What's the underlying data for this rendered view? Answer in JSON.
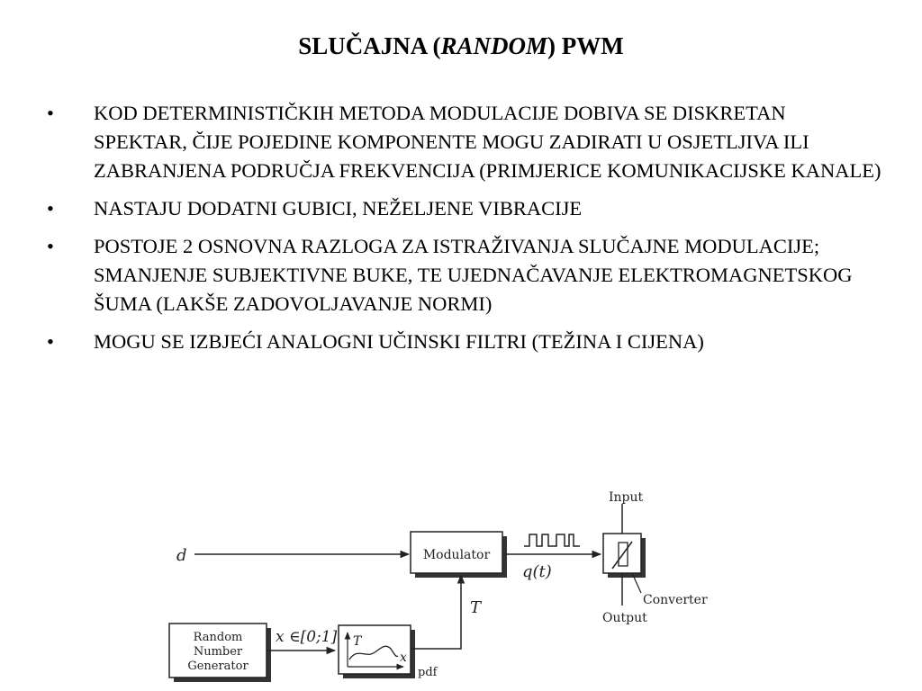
{
  "slide": {
    "title_prefix": "SLUČAJNA (",
    "title_italic": "RANDOM",
    "title_suffix": ") PWM"
  },
  "bullets": [
    {
      "symbol": "•",
      "text": "KOD DETERMINISTIČKIH METODA MODULACIJE DOBIVA SE DISKRETAN SPEKTAR, ČIJE POJEDINE KOMPONENTE MOGU ZADIRATI U OSJETLJIVA ILI ZABRANJENA PODRUČJA FREKVENCIJA (PRIMJERICE KOMUNIKACIJSKE KANALE)"
    },
    {
      "symbol": "•",
      "text": "NASTAJU DODATNI GUBICI, NEŽELJENE VIBRACIJE"
    },
    {
      "symbol": "•",
      "text": "POSTOJE 2 OSNOVNA RAZLOGA ZA ISTRAŽIVANJA SLUČAJNE MODULACIJE; SMANJENJE SUBJEKTIVNE BUKE, TE UJEDNAČAVANJE ELEKTROMAGNETSKOG ŠUMA (LAKŠE ZADOVOLJAVANJE NORMI)"
    },
    {
      "symbol": "•",
      "text": "MOGU SE IZBJEĆI ANALOGNI UČINSKI FILTRI (TEŽINA I CIJENA)"
    }
  ],
  "diagram": {
    "input_d": "d",
    "modulator_label": "Modulator",
    "signal_label": "q(t)",
    "period_label": "T",
    "input_label": "Input",
    "converter_label": "Converter",
    "output_label": "Output",
    "rng_line1": "Random",
    "rng_line2": "Number",
    "rng_line3": "Generator",
    "x_range_label": "x ∈[0;1]",
    "pdf_axis_t": "T",
    "pdf_axis_x": "x",
    "pdf_label": "pdf"
  }
}
